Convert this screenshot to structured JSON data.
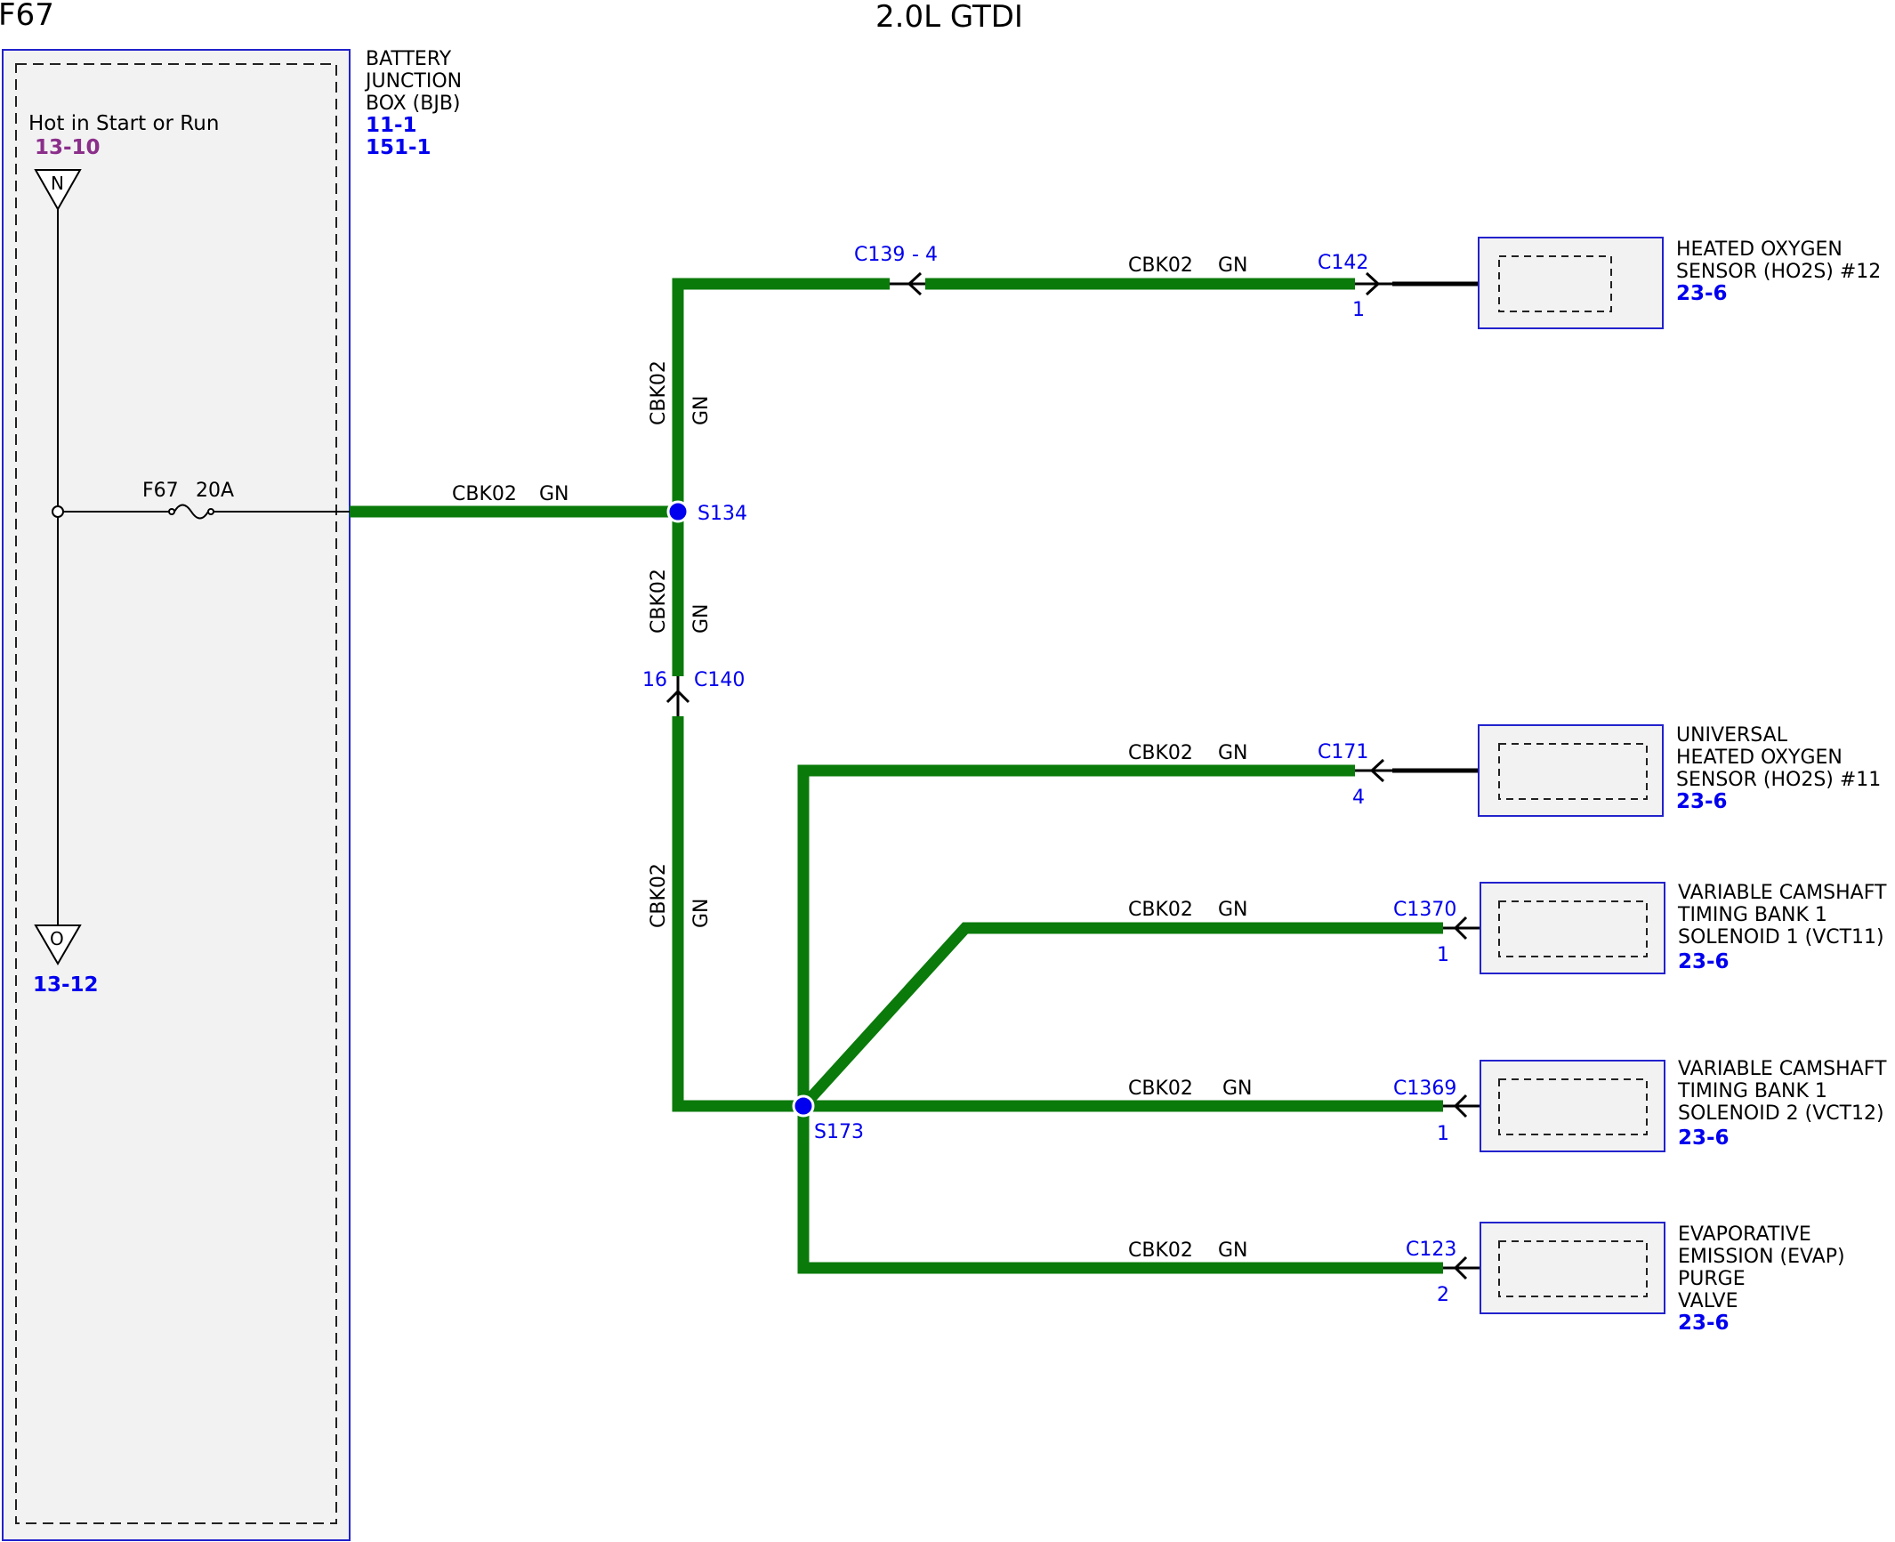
{
  "header": {
    "left_title": "F67",
    "center_title": "2.0L GTDI"
  },
  "colors": {
    "wire": "#0a7a0a",
    "box_border": "#2222cc",
    "box_fill": "#f2f2f2",
    "splice": "#0000ee",
    "ref_blue": "#0000ee",
    "ref_purple": "#8b2f8b"
  },
  "bjb": {
    "name_lines": [
      "BATTERY",
      "JUNCTION",
      "BOX (BJB)"
    ],
    "refs": [
      "11-1",
      "151-1"
    ],
    "hot_label": "Hot in Start or Run",
    "hot_ref": "13-10",
    "top_symbol": "N",
    "bottom_symbol": "O",
    "bottom_ref": "13-12",
    "fuse_name": "F67",
    "fuse_rating": "20A"
  },
  "splices": {
    "s134": "S134",
    "s173": "S173"
  },
  "wire": {
    "circuit": "CBK02",
    "color": "GN"
  },
  "connectors": {
    "c139": {
      "name": "C139",
      "dash": "-",
      "pin": "4"
    },
    "c142": {
      "name": "C142",
      "pin": "1"
    },
    "c140": {
      "name": "C140",
      "pin": "16"
    },
    "c171": {
      "name": "C171",
      "pin": "4"
    },
    "c1370": {
      "name": "C1370",
      "pin": "1"
    },
    "c1369": {
      "name": "C1369",
      "pin": "1"
    },
    "c123": {
      "name": "C123",
      "pin": "2"
    }
  },
  "components": {
    "ho2s12": {
      "lines": [
        "HEATED OXYGEN",
        "SENSOR (HO2S) #12"
      ],
      "ref": "23-6"
    },
    "ho2s11": {
      "lines": [
        "UNIVERSAL",
        "HEATED OXYGEN",
        "SENSOR (HO2S) #11"
      ],
      "ref": "23-6"
    },
    "vct11": {
      "lines": [
        "VARIABLE CAMSHAFT",
        "TIMING BANK 1",
        "SOLENOID 1 (VCT11)"
      ],
      "ref": "23-6"
    },
    "vct12": {
      "lines": [
        "VARIABLE CAMSHAFT",
        "TIMING BANK 1",
        "SOLENOID 2 (VCT12)"
      ],
      "ref": "23-6"
    },
    "evap": {
      "lines": [
        "EVAPORATIVE",
        "EMISSION (EVAP)",
        "PURGE",
        "VALVE"
      ],
      "ref": "23-6"
    }
  }
}
